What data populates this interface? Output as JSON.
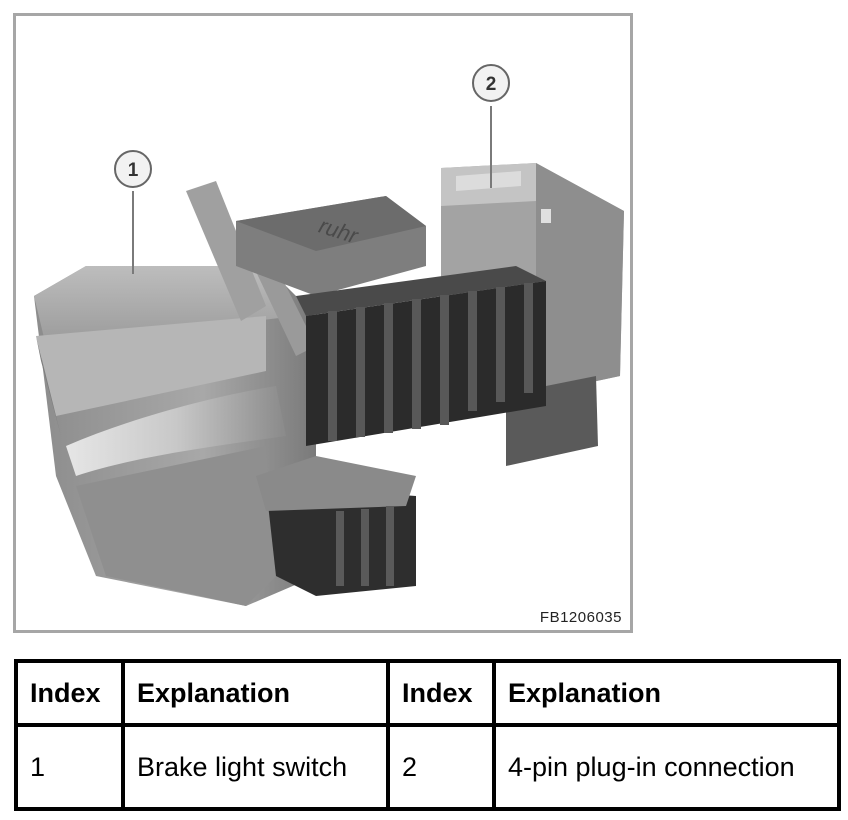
{
  "figure": {
    "code": "FB1206035",
    "callouts": [
      "1",
      "2"
    ]
  },
  "legend": {
    "headers": [
      "Index",
      "Explanation",
      "Index",
      "Explanation"
    ],
    "rows": [
      [
        "1",
        "Brake light switch",
        "2",
        "4-pin plug-in connection"
      ]
    ]
  }
}
